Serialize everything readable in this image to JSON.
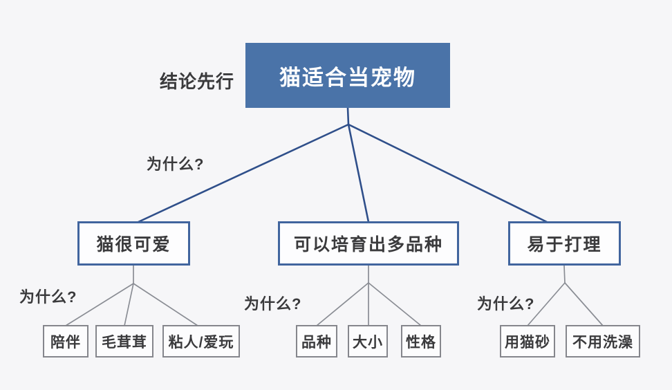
{
  "diagram": {
    "lead_label": "结论先行",
    "root": {
      "label": "猫适合当宠物",
      "why_label": "为什么?"
    },
    "branches": [
      {
        "label": "猫很可爱",
        "why_label": "为什么?",
        "children": [
          {
            "label": "陪伴"
          },
          {
            "label": "毛茸茸"
          },
          {
            "label": "粘人/爱玩"
          }
        ]
      },
      {
        "label": "可以培育出多品种",
        "why_label": "为什么?",
        "children": [
          {
            "label": "品种"
          },
          {
            "label": "大小"
          },
          {
            "label": "性格"
          }
        ]
      },
      {
        "label": "易于打理",
        "why_label": "为什么?",
        "children": [
          {
            "label": "用猫砂"
          },
          {
            "label": "不用洗澡"
          }
        ]
      }
    ]
  },
  "colors": {
    "bg": "#f6f6f8",
    "root_fill": "#4a73a8",
    "branch_border": "#41659e",
    "leaf_border": "#85868c",
    "edge_blue": "#2f4f8a",
    "edge_gray": "#8a8d94",
    "text_dark": "#3a3a3c"
  }
}
